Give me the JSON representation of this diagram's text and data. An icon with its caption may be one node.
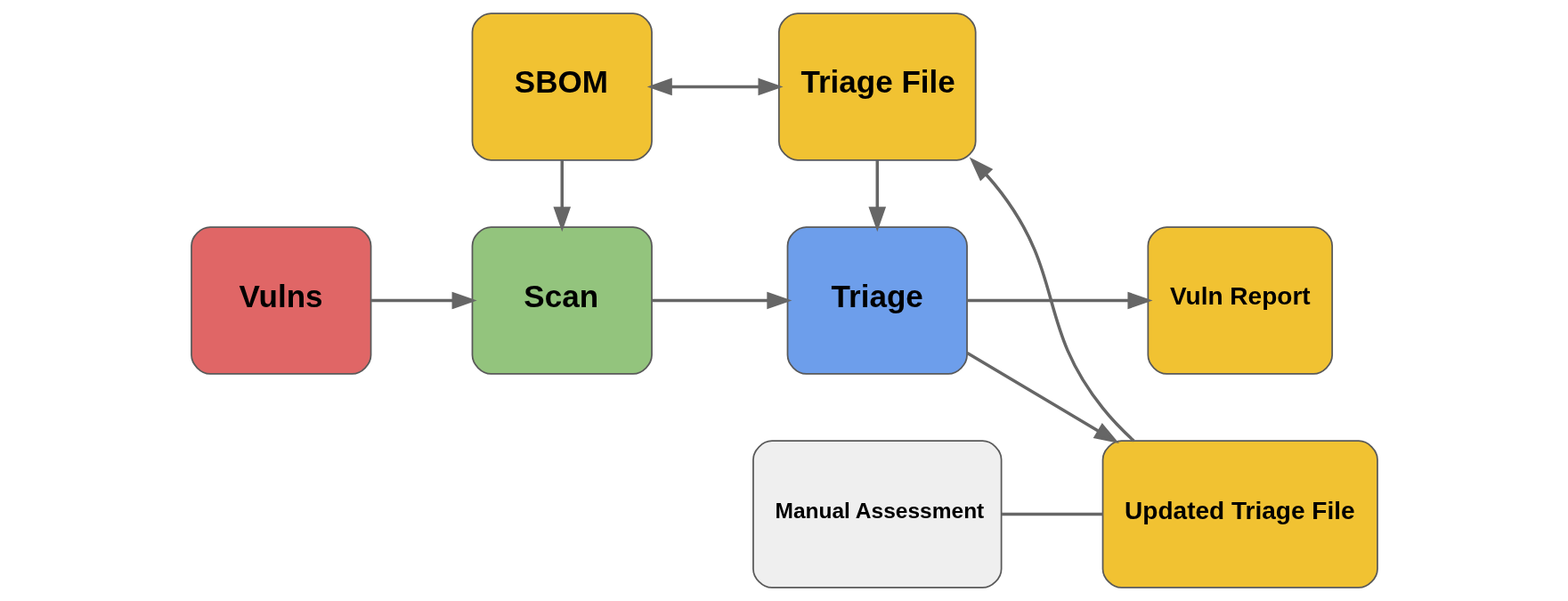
{
  "diagram": {
    "nodes": [
      {
        "text": [
          "Vulns"
        ]
      },
      {
        "text": [
          "Scan"
        ]
      },
      {
        "text": [
          "Triage"
        ]
      },
      {
        "text": [
          "Vuln Report"
        ]
      },
      {
        "text": [
          "Updated Triage File"
        ]
      },
      {
        "text": [
          "Manual Assessment"
        ]
      },
      {
        "text": [
          "SBOM"
        ]
      },
      {
        "text": [
          "Triage File"
        ]
      }
    ],
    "edges": [
      {
        "from": 0,
        "to": 1,
        "arrow": "to"
      },
      {
        "from": 1,
        "to": 2,
        "arrow": "to"
      },
      {
        "from": 2,
        "to": 3,
        "arrow": "to"
      },
      {
        "from": 2,
        "to": 4,
        "arrow": "to"
      },
      {
        "from": 6,
        "to": 1,
        "arrow": "to"
      },
      {
        "from": 7,
        "to": 2,
        "arrow": "to"
      },
      {
        "from": 6,
        "to": 7,
        "arrow": "both"
      },
      {
        "from": 4,
        "to": 7,
        "arrow": "to"
      },
      {
        "from": 5,
        "to": 4,
        "arrow": "none"
      }
    ]
  }
}
